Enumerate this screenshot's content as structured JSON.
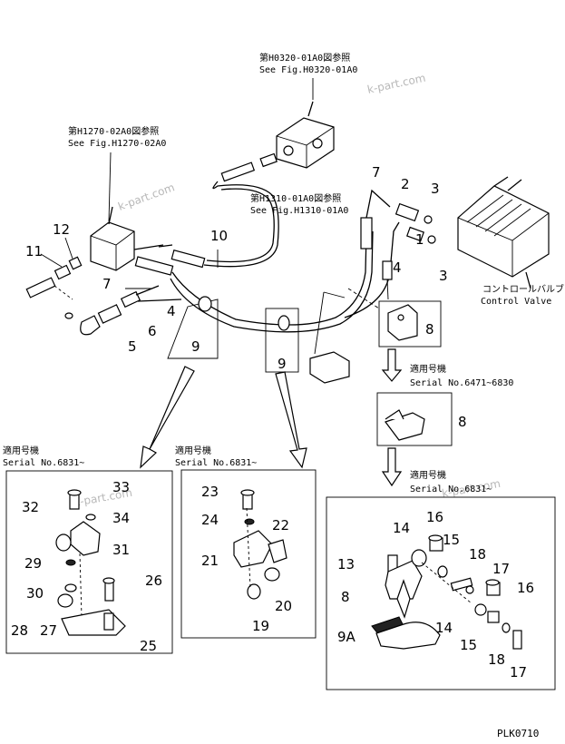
{
  "references": {
    "h0320_jp": "第H0320-01A0図参照",
    "h0320_en": "See Fig.H0320-01A0",
    "h1270_jp": "第H1270-02A0図参照",
    "h1270_en": "See Fig.H1270-02A0",
    "h1310_jp": "第H1310-01A0図参照",
    "h1310_en": "See Fig.H1310-01A0",
    "control_valve_jp": "コントロールバルブ",
    "control_valve_en": "Control Valve",
    "serial_jp": "適用号機",
    "serial_6471_6830": "Serial No.6471~6830",
    "serial_6831_a": "Serial No.6831~",
    "serial_6831_b": "Serial No.6831~",
    "serial_6831_c": "Serial No.6831~"
  },
  "watermarks": [
    "k-part.com",
    "k-part.com",
    "k-part.com",
    "k-part.com"
  ],
  "part_labels": {
    "top": [
      "1",
      "2",
      "3",
      "3",
      "4",
      "4",
      "5",
      "6",
      "7",
      "7",
      "8",
      "8",
      "9",
      "9",
      "10",
      "11",
      "12"
    ],
    "box_left": [
      "25",
      "26",
      "27",
      "28",
      "29",
      "30",
      "31",
      "32",
      "33",
      "34"
    ],
    "box_mid": [
      "19",
      "20",
      "21",
      "22",
      "23",
      "24"
    ],
    "box_right": [
      "8",
      "9A",
      "13",
      "14",
      "14",
      "15",
      "15",
      "16",
      "16",
      "17",
      "17",
      "18",
      "18"
    ]
  },
  "figure_code": "PLK0710"
}
